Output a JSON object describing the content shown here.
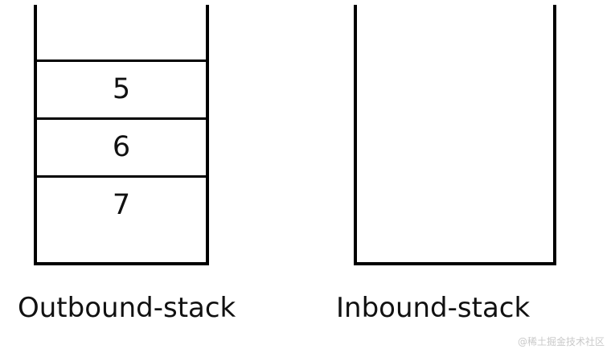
{
  "diagram": {
    "outbound": {
      "caption": "Outbound-stack",
      "cells": [
        {
          "value": "5"
        },
        {
          "value": "6"
        },
        {
          "value": "7"
        }
      ]
    },
    "inbound": {
      "caption": "Inbound-stack",
      "cells": []
    }
  },
  "watermark": {
    "text": "@稀土掘金技术社区"
  },
  "colors": {
    "stroke": "#000000",
    "text": "#111111",
    "background": "#ffffff",
    "watermark": "#c9c9c9"
  }
}
